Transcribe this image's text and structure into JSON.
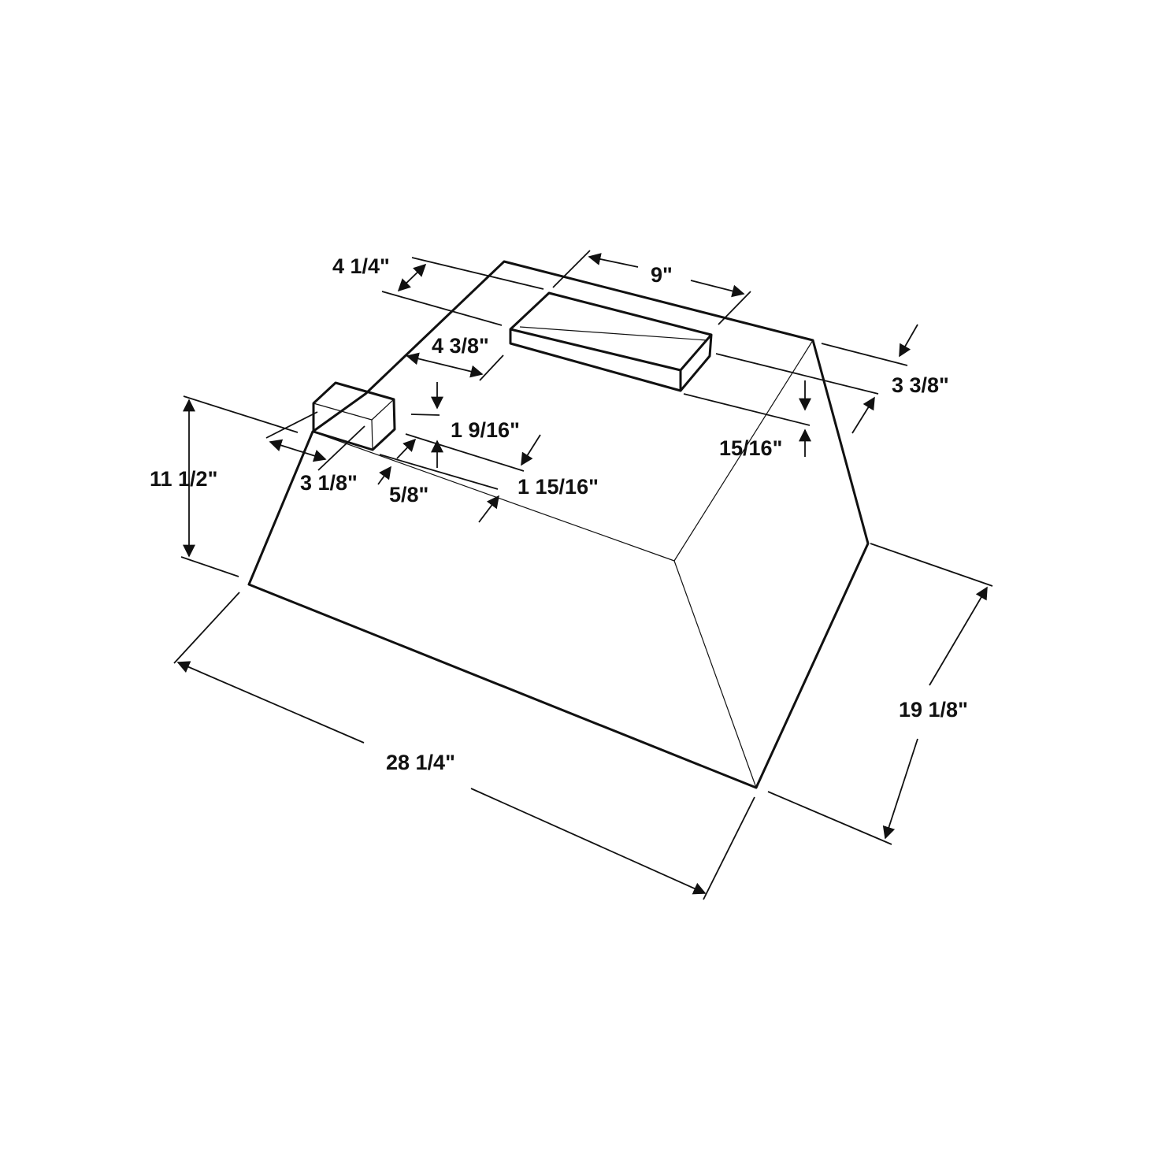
{
  "colors": {
    "line": "#111111",
    "background": "#ffffff"
  },
  "dimensions": {
    "top_depth_left": "4 1/4\"",
    "top_vent_width": "9\"",
    "vent_offset_left": "4 3/8\"",
    "top_depth_right": "3 3/8\"",
    "small_box_height": "1 9/16\"",
    "vent_height": "15/16\"",
    "overall_height": "11 1/2\"",
    "small_box_width": "3 1/8\"",
    "small_box_offset": "5/8\"",
    "small_box_depth": "1 15/16\"",
    "overall_width": "28 1/4\"",
    "overall_depth": "19 1/8\""
  }
}
